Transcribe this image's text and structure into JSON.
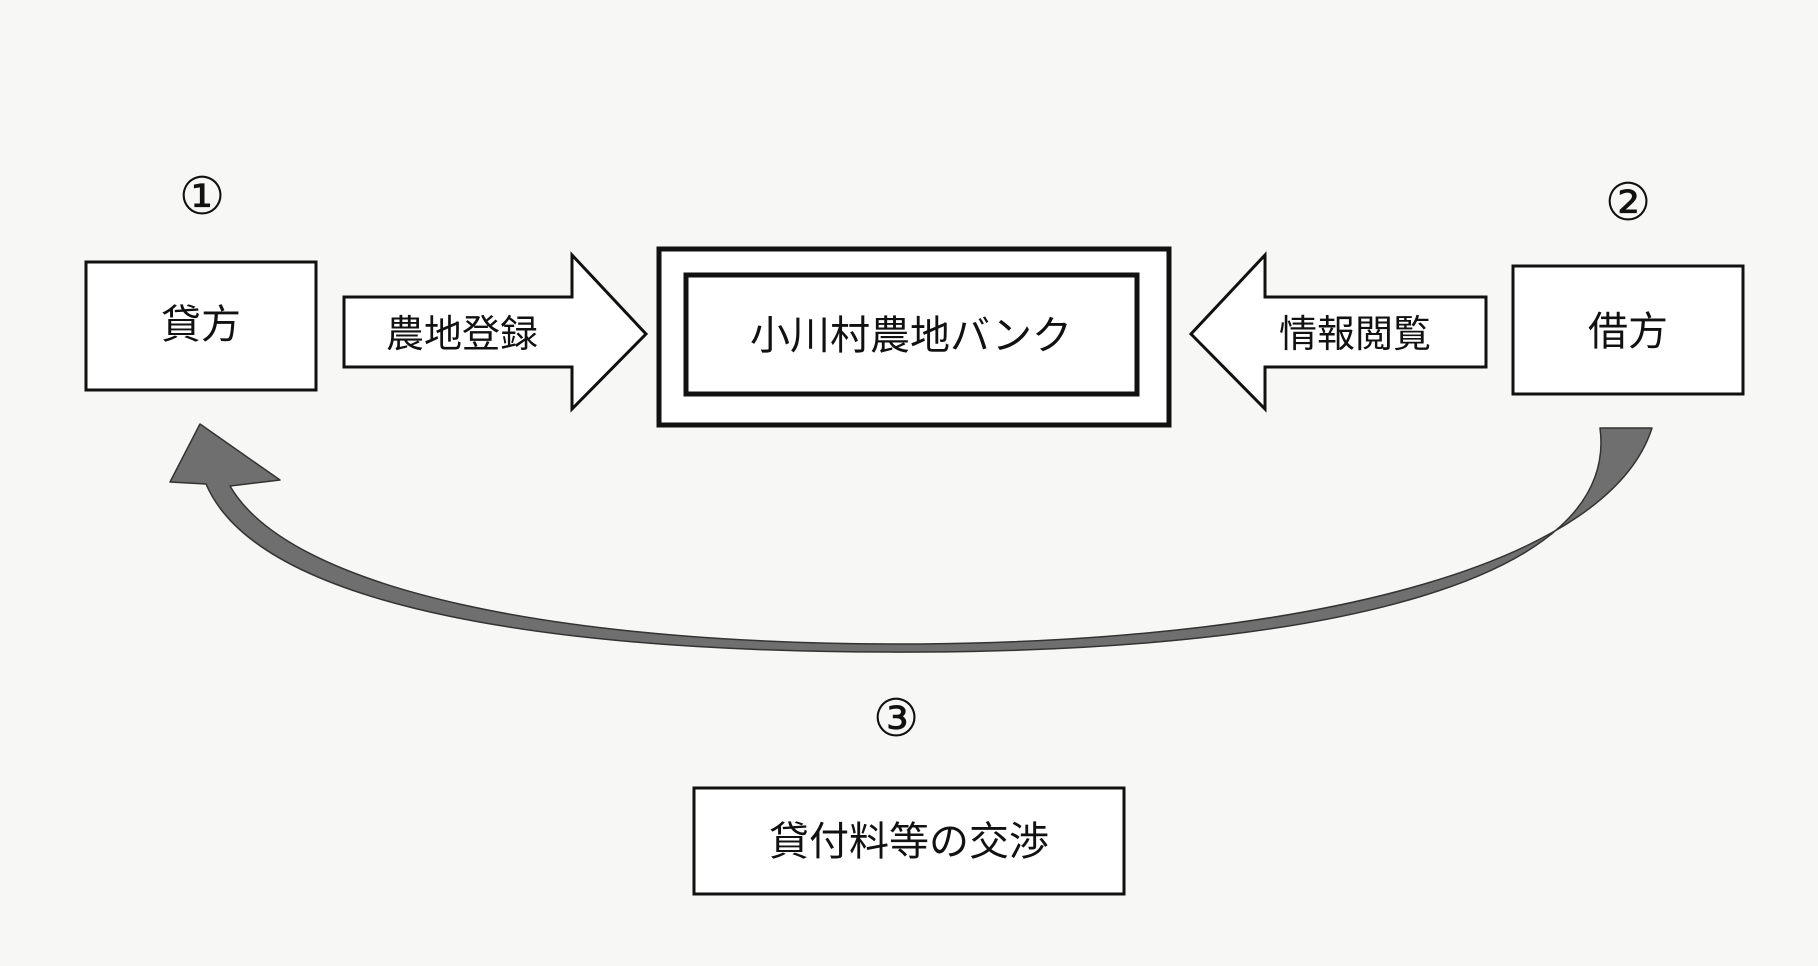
{
  "step_markers": {
    "lender": "①",
    "borrower": "②",
    "negotiation": "③"
  },
  "nodes": {
    "lender": "貸方",
    "borrower": "借方",
    "bank": "小川村農地バンク",
    "negotiation": "貸付料等の交渉"
  },
  "arrows": {
    "register": "農地登録",
    "browse": "情報閲覧"
  },
  "colors": {
    "line": "#111111",
    "box_fill": "#ffffff",
    "curve_fill": "#6f6f6f",
    "background": "#f7f7f5"
  }
}
